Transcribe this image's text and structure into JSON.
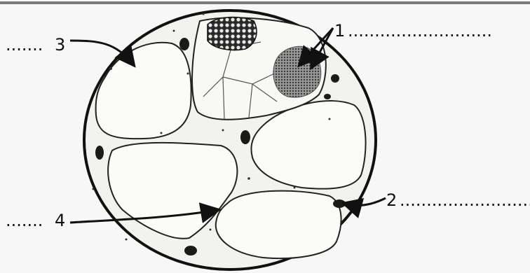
{
  "labels": [
    {
      "id": "1",
      "text": "1",
      "blank": "..........................."
    },
    {
      "id": "2",
      "text": "2",
      "blank": "..........................."
    },
    {
      "id": "3",
      "text": "3",
      "blank": "......."
    },
    {
      "id": "4",
      "text": "4",
      "blank": "......."
    }
  ],
  "colors": {
    "outline": "#111111",
    "cell_fill": "#fbfbf8",
    "background": "#f0f0ee",
    "dark_body": "#1a1a1a"
  }
}
